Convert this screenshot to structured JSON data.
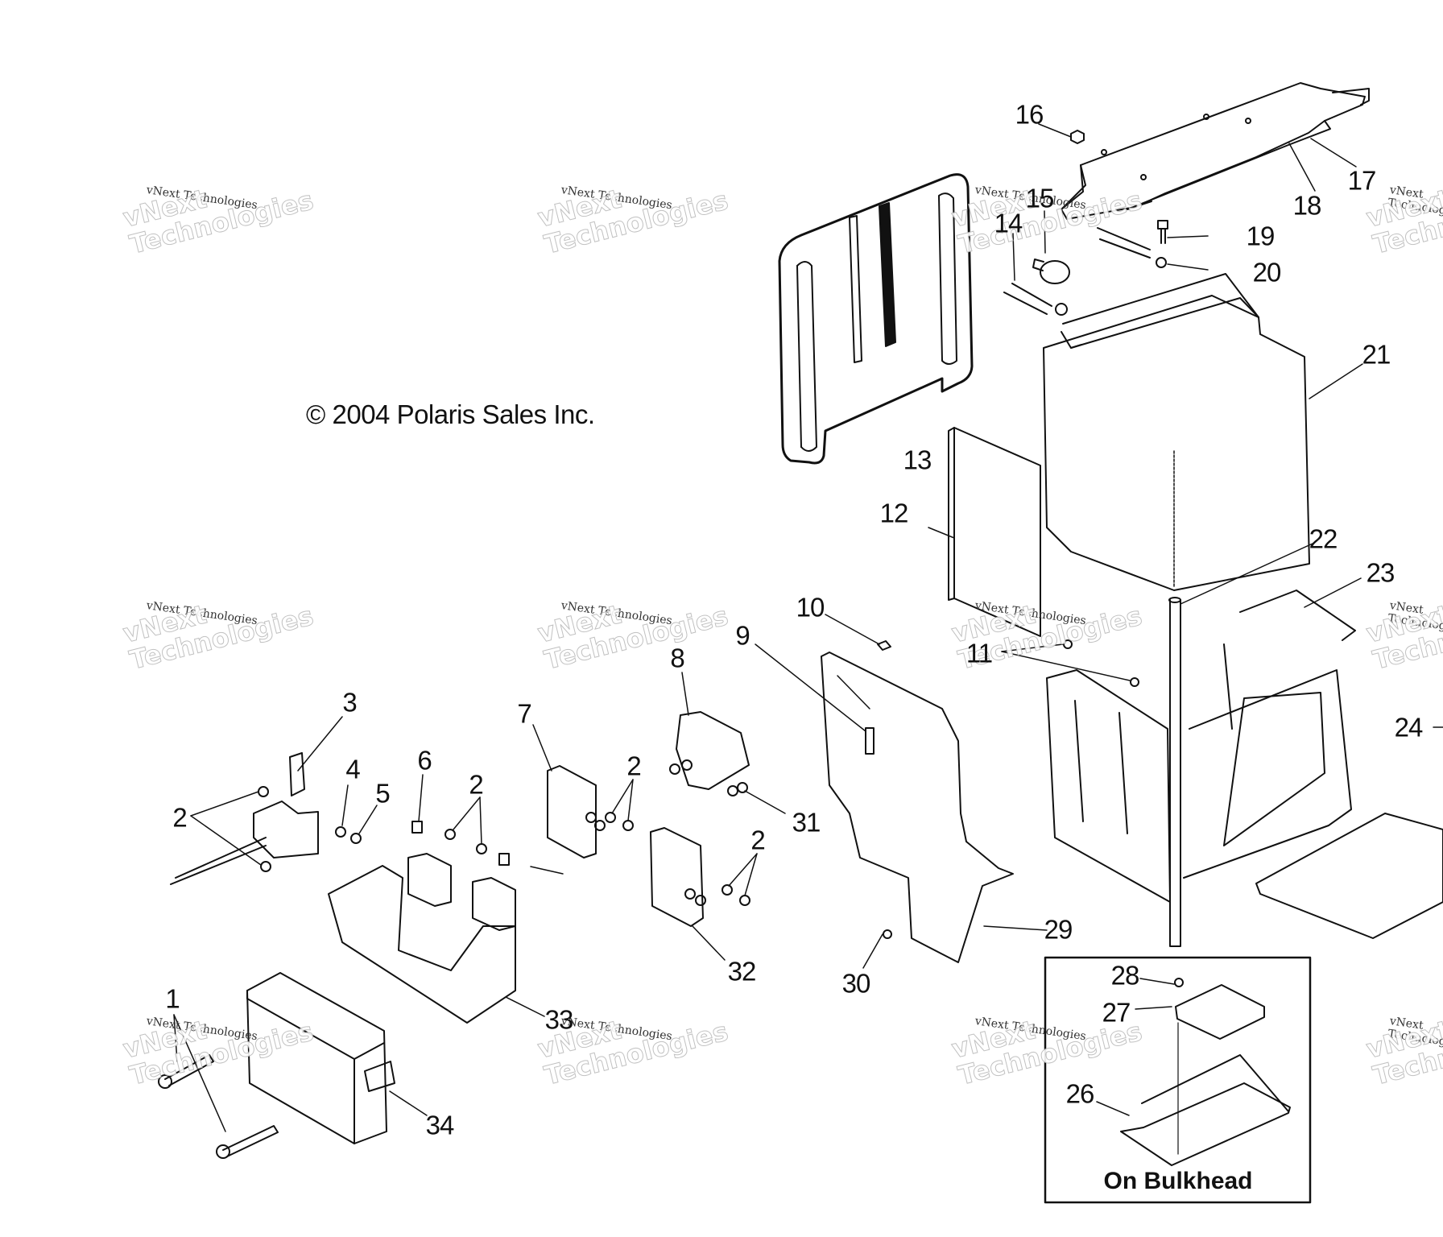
{
  "diagram": {
    "title": "Battery / Electrical Components Exploded View",
    "copyright": "© 2004 Polaris Sales Inc.",
    "inset_caption": "On Bulkhead",
    "watermark": {
      "small_text": "vNext Technologies",
      "large_text_line1": "vNext",
      "large_text_line2": "Technologies"
    },
    "callouts": [
      {
        "id": "c1",
        "label": "1"
      },
      {
        "id": "c2a",
        "label": "2"
      },
      {
        "id": "c3",
        "label": "3"
      },
      {
        "id": "c4",
        "label": "4"
      },
      {
        "id": "c5",
        "label": "5"
      },
      {
        "id": "c6",
        "label": "6"
      },
      {
        "id": "c2b",
        "label": "2"
      },
      {
        "id": "c7",
        "label": "7"
      },
      {
        "id": "c8",
        "label": "8"
      },
      {
        "id": "c2c",
        "label": "2"
      },
      {
        "id": "c9",
        "label": "9"
      },
      {
        "id": "c10",
        "label": "10"
      },
      {
        "id": "c31",
        "label": "31"
      },
      {
        "id": "c2d",
        "label": "2"
      },
      {
        "id": "c32",
        "label": "32"
      },
      {
        "id": "c29",
        "label": "29"
      },
      {
        "id": "c30",
        "label": "30"
      },
      {
        "id": "c33",
        "label": "33"
      },
      {
        "id": "c34",
        "label": "34"
      },
      {
        "id": "c11",
        "label": "11"
      },
      {
        "id": "c12",
        "label": "12"
      },
      {
        "id": "c13",
        "label": "13"
      },
      {
        "id": "c14",
        "label": "14"
      },
      {
        "id": "c15",
        "label": "15"
      },
      {
        "id": "c16",
        "label": "16"
      },
      {
        "id": "c17",
        "label": "17"
      },
      {
        "id": "c18",
        "label": "18"
      },
      {
        "id": "c19",
        "label": "19"
      },
      {
        "id": "c20",
        "label": "20"
      },
      {
        "id": "c21",
        "label": "21"
      },
      {
        "id": "c22",
        "label": "22"
      },
      {
        "id": "c23",
        "label": "23"
      },
      {
        "id": "c24",
        "label": "24"
      },
      {
        "id": "c28",
        "label": "28"
      },
      {
        "id": "c27",
        "label": "27"
      },
      {
        "id": "c26",
        "label": "26"
      }
    ]
  }
}
